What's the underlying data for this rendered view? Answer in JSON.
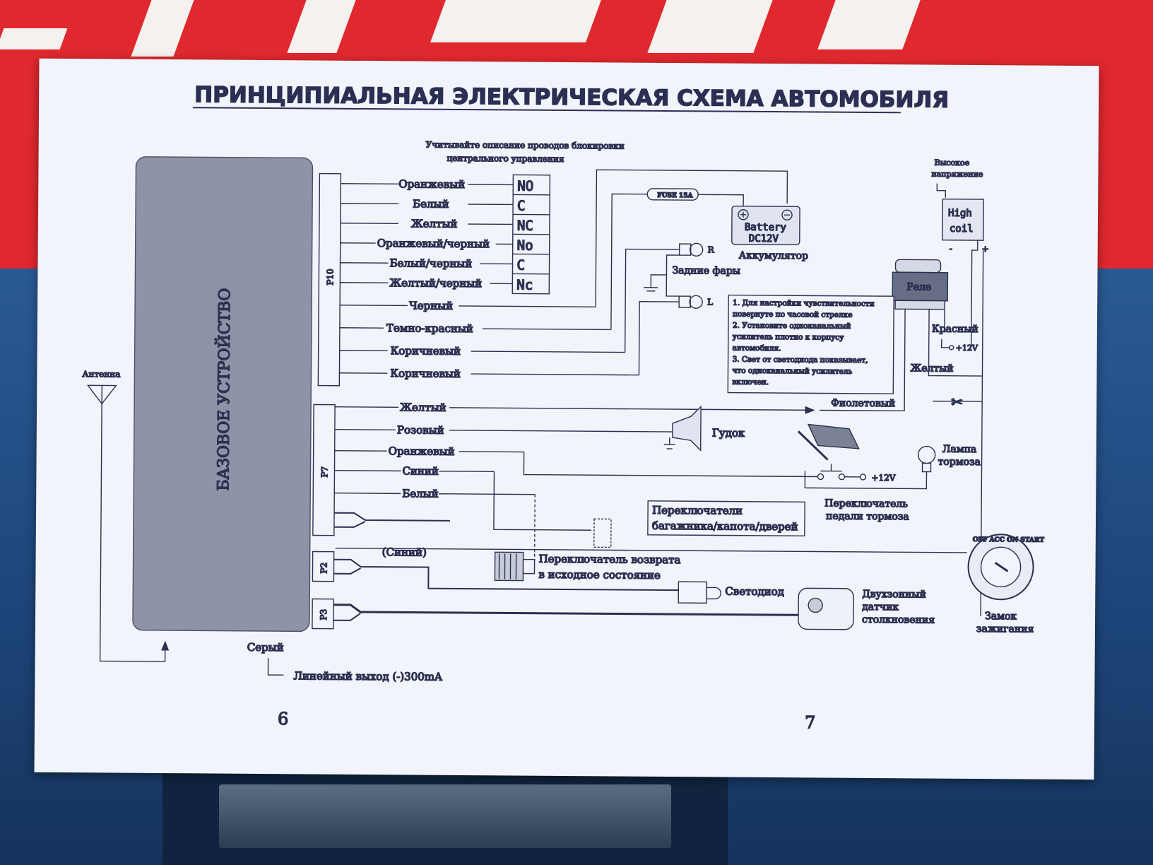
{
  "title": "ПРИНЦИПИАЛЬНАЯ ЭЛЕКТРИЧЕСКАЯ СХЕМА АВТОМОБИЛЯ",
  "base_unit": "БАЗОВОЕ УСТРОЙСТВО",
  "connectors": {
    "p10": "P10",
    "p7": "P7",
    "p2": "P2",
    "p3": "P3"
  },
  "lock_note": [
    "Учитывайте описание проводов блокировки",
    "центрального управления"
  ],
  "relay_terms": [
    "NO",
    "C",
    "NC",
    "No",
    "C",
    "Nc"
  ],
  "p10_wires": [
    "Оранжевый",
    "Белый",
    "Желтый",
    "Оранжевый/черный",
    "Белый/черный",
    "Желтый/черный",
    "Черный",
    "Темно-красный",
    "Коричневый",
    "Коричневый"
  ],
  "p7_wires": [
    "Желтый",
    "Розовый",
    "Оранжевый",
    "Синий",
    "Белый"
  ],
  "p2_wire": "(Синий)",
  "fuse": "FUSE 15A",
  "battery": {
    "line1": "Battery",
    "line2": "DC12V",
    "label": "Аккумулятор"
  },
  "taillights": {
    "label": "Задние фары",
    "r": "R",
    "l": "L"
  },
  "high_voltage": [
    "Высокое",
    "напряжение"
  ],
  "high_coil": [
    "High",
    "coil"
  ],
  "relay": "Реле",
  "red_wire": "Красный",
  "plus12": "+12V",
  "yellow_wire": "Желтый",
  "violet_wire": "Фиолетовый",
  "notes": [
    "1. Для настройки чувствительности",
    "повернуте по часовой стрелке",
    "2. Установите одноканальный",
    "усилитель плотно к корпусу",
    "автомобиля.",
    "3. Свет от светодиода показывает,",
    "что одноканальный усилитель",
    "включен."
  ],
  "horn": "Гудок",
  "brake_lamp": [
    "Лампа",
    "тормоза"
  ],
  "brake_switch": [
    "Переключатель",
    "педали тормоза"
  ],
  "door_switches": [
    "Переключатели",
    "багажника/капота/дверей"
  ],
  "reset_switch": [
    "Переключатель возврата",
    "в исходное состояние"
  ],
  "led": "Светодиод",
  "shock_sensor": [
    "Двухзонный",
    "датчик",
    "столкновения"
  ],
  "ignition": {
    "positions": "OFF ACC ON START",
    "label": [
      "Замок",
      "зажигания"
    ]
  },
  "antenna": "Антенна",
  "gray_wire": "Серый",
  "output_line": "Линейный выход (-)300mA",
  "page_left": "6",
  "page_right": "7"
}
